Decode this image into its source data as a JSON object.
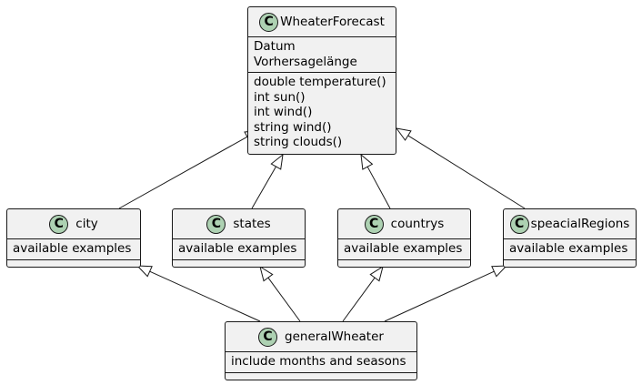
{
  "diagram": {
    "type": "uml-class-diagram",
    "classes": {
      "forecast": {
        "name": "WheaterForecast",
        "stereotype_icon": "C",
        "attributes": [
          "Datum",
          "Vorhersagelänge"
        ],
        "methods": [
          "double temperature()",
          "int sun()",
          "int wind()",
          "string wind()",
          "string clouds()"
        ]
      },
      "city": {
        "name": "city",
        "stereotype_icon": "C",
        "attributes": [
          "available examples"
        ],
        "methods": []
      },
      "states": {
        "name": "states",
        "stereotype_icon": "C",
        "attributes": [
          "available examples"
        ],
        "methods": []
      },
      "countrys": {
        "name": "countrys",
        "stereotype_icon": "C",
        "attributes": [
          "available examples"
        ],
        "methods": []
      },
      "regions": {
        "name": "speacialRegions",
        "stereotype_icon": "C",
        "attributes": [
          "available examples"
        ],
        "methods": []
      },
      "general": {
        "name": "generalWheater",
        "stereotype_icon": "C",
        "attributes": [
          "include months and seasons"
        ],
        "methods": []
      }
    },
    "relations": [
      {
        "type": "inheritance",
        "from": "city",
        "to": "WheaterForecast"
      },
      {
        "type": "inheritance",
        "from": "states",
        "to": "WheaterForecast"
      },
      {
        "type": "inheritance",
        "from": "countrys",
        "to": "WheaterForecast"
      },
      {
        "type": "inheritance",
        "from": "speacialRegions",
        "to": "WheaterForecast"
      },
      {
        "type": "inheritance",
        "from": "generalWheater",
        "to": "city"
      },
      {
        "type": "inheritance",
        "from": "generalWheater",
        "to": "states"
      },
      {
        "type": "inheritance",
        "from": "generalWheater",
        "to": "countrys"
      },
      {
        "type": "inheritance",
        "from": "generalWheater",
        "to": "speacialRegions"
      }
    ],
    "colors": {
      "class_fill": "#f1f1f1",
      "border": "#181818",
      "class_icon": "#add1b2"
    }
  }
}
